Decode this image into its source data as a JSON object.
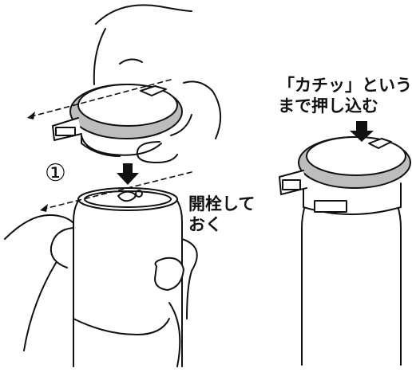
{
  "step_marker": "①",
  "left_panel": {
    "callout_open_can": [
      "開栓して",
      "おく"
    ]
  },
  "right_panel": {
    "callout_push": [
      "「カチッ」という",
      "まで押し込む"
    ]
  },
  "colors": {
    "line": "#111111",
    "lid_fill": "#bdbdbd",
    "background": "#ffffff"
  }
}
